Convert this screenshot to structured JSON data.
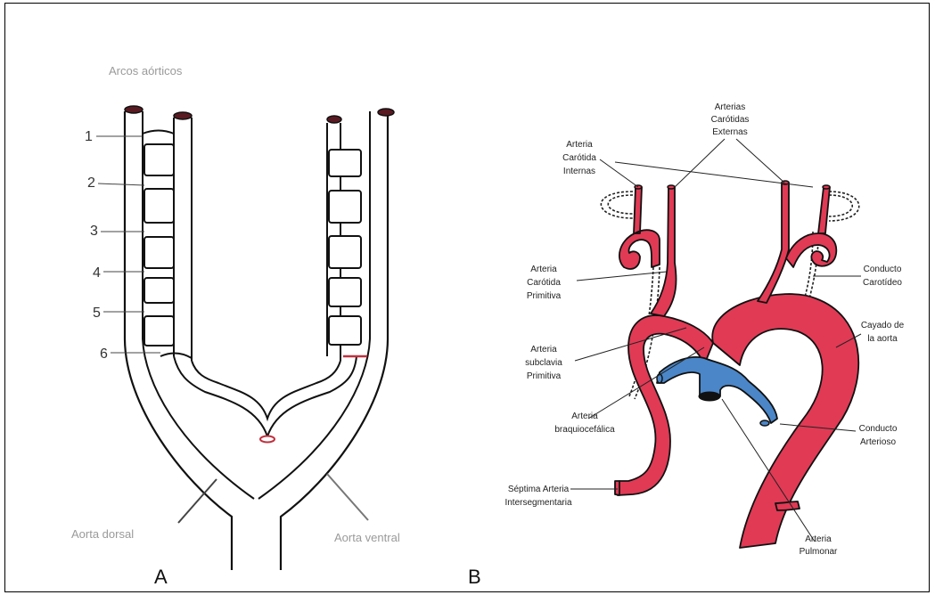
{
  "panel_a": {
    "letter": "A",
    "title": "Arcos aórticos",
    "arch_numbers": [
      "1",
      "2",
      "3",
      "4",
      "5",
      "6"
    ],
    "label_dorsal": "Aorta dorsal",
    "label_ventral": "Aorta ventral"
  },
  "panel_b": {
    "letter": "B",
    "labels": {
      "ext_carotid": [
        "Arterias",
        "Carótidas",
        "Externas"
      ],
      "int_carotid": [
        "Arteria",
        "Carótida",
        "Internas"
      ],
      "prim_carotid": [
        "Arteria",
        "Carótida",
        "Primitiva"
      ],
      "subclavia": [
        "Arteria",
        "subclavia",
        "Primitiva"
      ],
      "braquio": [
        "Arteria",
        "braquiocefálica"
      ],
      "septima": [
        "Séptima Arteria",
        "Intersegmentaria"
      ],
      "conducto_carot": [
        "Conducto",
        "Carotídeo"
      ],
      "cayado": [
        "Cayado de",
        "la aorta"
      ],
      "conducto_art": [
        "Conducto",
        "Arterioso"
      ],
      "pulmonar": [
        "Arteria",
        "Pulmonar"
      ]
    }
  },
  "colors": {
    "artery": "#e03a55",
    "pulmonary": "#4a86c8",
    "outline": "#111111"
  }
}
